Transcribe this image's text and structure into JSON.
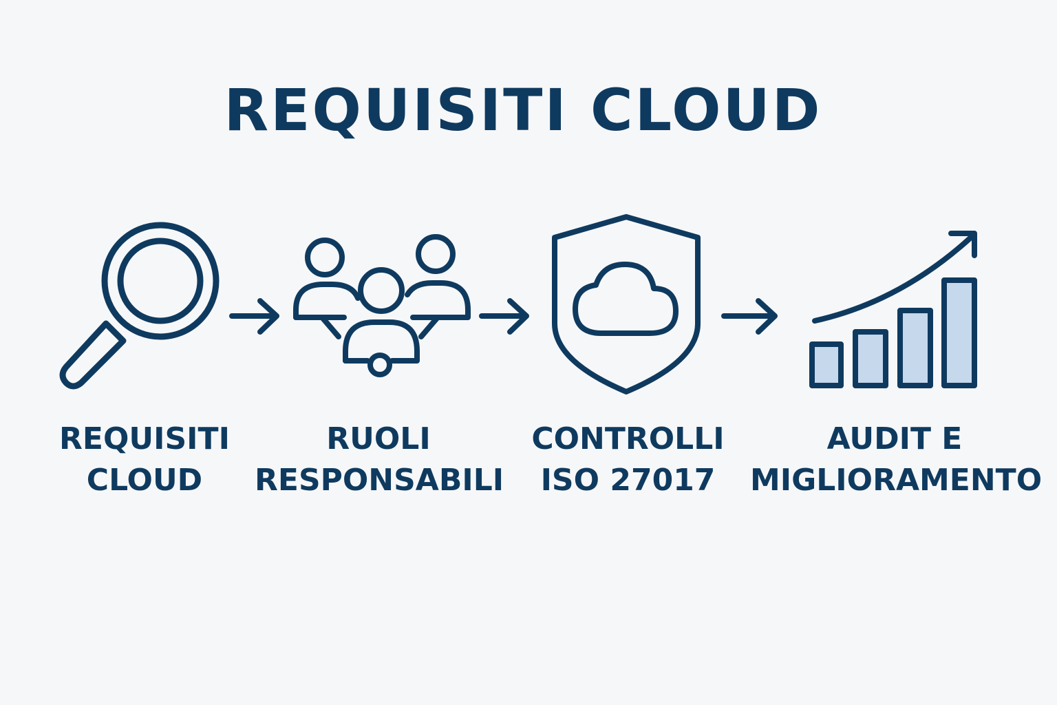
{
  "title": "REQUISITI CLOUD",
  "colors": {
    "ink": "#0f3a5f",
    "background": "#f6f7f8",
    "bar_fill": "#c5d8ec"
  },
  "steps": [
    {
      "icon": "magnifying-glass-icon",
      "line1": "REQUISITI",
      "line2": "CLOUD"
    },
    {
      "icon": "people-group-icon",
      "line1": "RUOLI",
      "line2": "RESPONSABILI"
    },
    {
      "icon": "shield-cloud-icon",
      "line1": "CONTROLLI",
      "line2": "ISO 27017"
    },
    {
      "icon": "growth-chart-icon",
      "line1": "AUDIT E",
      "line2": "MIGLIORAMENTO"
    }
  ],
  "connectors": [
    "arrow-right-icon",
    "arrow-right-icon",
    "arrow-right-icon"
  ]
}
